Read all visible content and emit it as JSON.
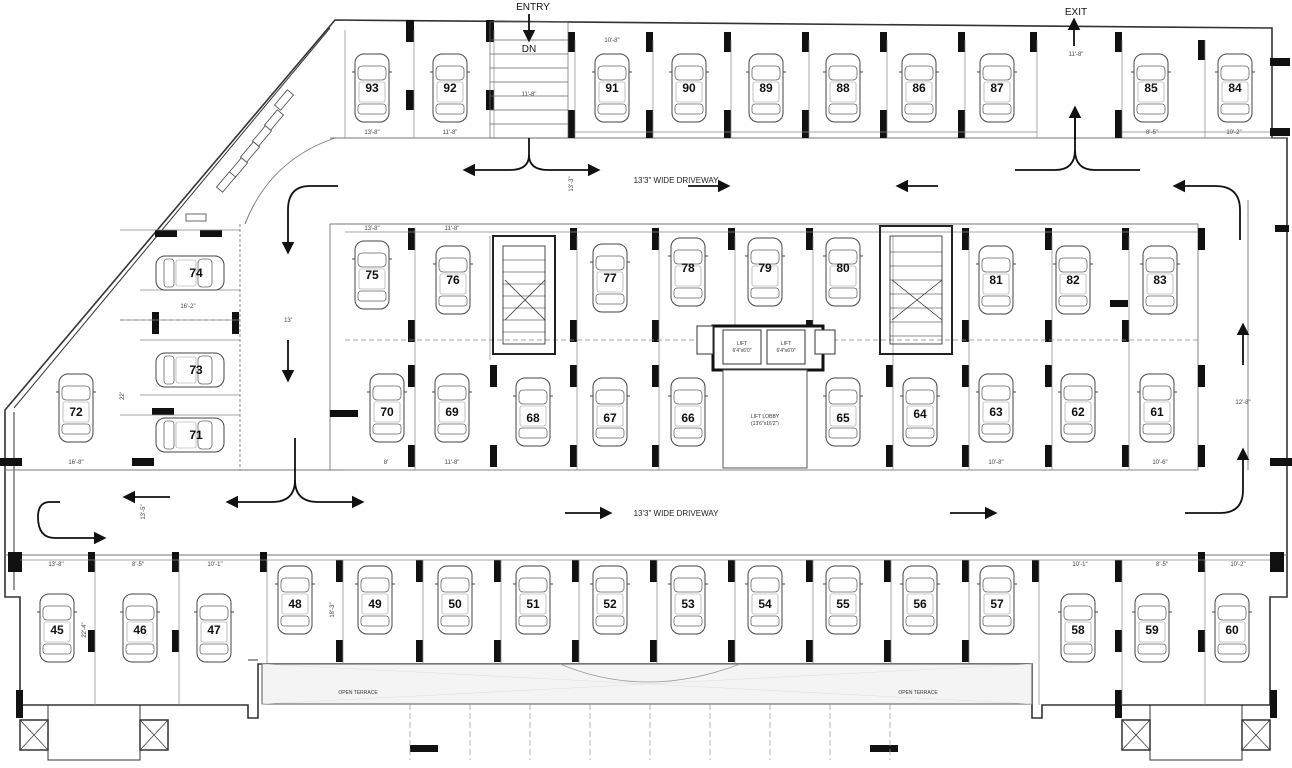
{
  "labels": {
    "entry": "ENTRY",
    "down": "DN",
    "exit": "EXIT",
    "driveway_top": "13'3\" WIDE DRIVEWAY",
    "driveway_bottom": "13'3\" WIDE DRIVEWAY",
    "open_terrace_left": "OPEN TERRACE",
    "open_terrace_right": "OPEN TERRACE",
    "lift_lobby": "LIFT LOBBY",
    "lift_lobby_size": "(13'6\"x16'2\")",
    "lift_1": "LIFT",
    "lift_1_size": "6'4\"x6'0\"",
    "lift_2": "LIFT",
    "lift_2_size": "6'4\"x6'0\""
  },
  "dimensions": {
    "bay_93": "13'-8\"",
    "bay_92": "11'-8\"",
    "ramp": "11'-8\"",
    "row_91_87": "10'-8\"",
    "row_85_84": "8'-5\"",
    "exit_gap": "11'-8\"",
    "bay_84": "10'-2\"",
    "driveway_gap": "13'-3\"",
    "mid_left_75": "13'-8\"",
    "mid_left_76": "11'-8\"",
    "left_spacing": "16'-2\"",
    "left_driveway": "13'",
    "left_depth": "22'",
    "bay_72": "16'-8\"",
    "bay_70": "8'",
    "bay_69": "11'-8\"",
    "bay_63": "10'-8\"",
    "bay_61": "10'-6\"",
    "right_aisle": "12'-8\"",
    "bottom_gap": "13'-5\"",
    "bay_45": "13'-8\"",
    "bay_46": "8'-5\"",
    "bay_47": "10'-1\"",
    "bay_58": "10'-1\"",
    "bay_59": "8'-5\"",
    "bay_60": "10'-2\"",
    "row_depth": "18'-3\"",
    "end_depth": "22'-4\""
  },
  "bays": {
    "top_row": [
      "93",
      "92",
      "91",
      "90",
      "89",
      "88",
      "86",
      "87",
      "85",
      "84"
    ],
    "mid_upper": [
      "75",
      "76",
      "77",
      "78",
      "79",
      "80",
      "81",
      "82",
      "83"
    ],
    "left_column": [
      "74",
      "73",
      "71",
      "72"
    ],
    "mid_lower": [
      "70",
      "69",
      "68",
      "67",
      "66",
      "65",
      "64",
      "63",
      "62",
      "61"
    ],
    "bottom_row": [
      "45",
      "46",
      "47",
      "48",
      "49",
      "50",
      "51",
      "52",
      "53",
      "54",
      "55",
      "56",
      "57",
      "58",
      "59",
      "60"
    ]
  }
}
